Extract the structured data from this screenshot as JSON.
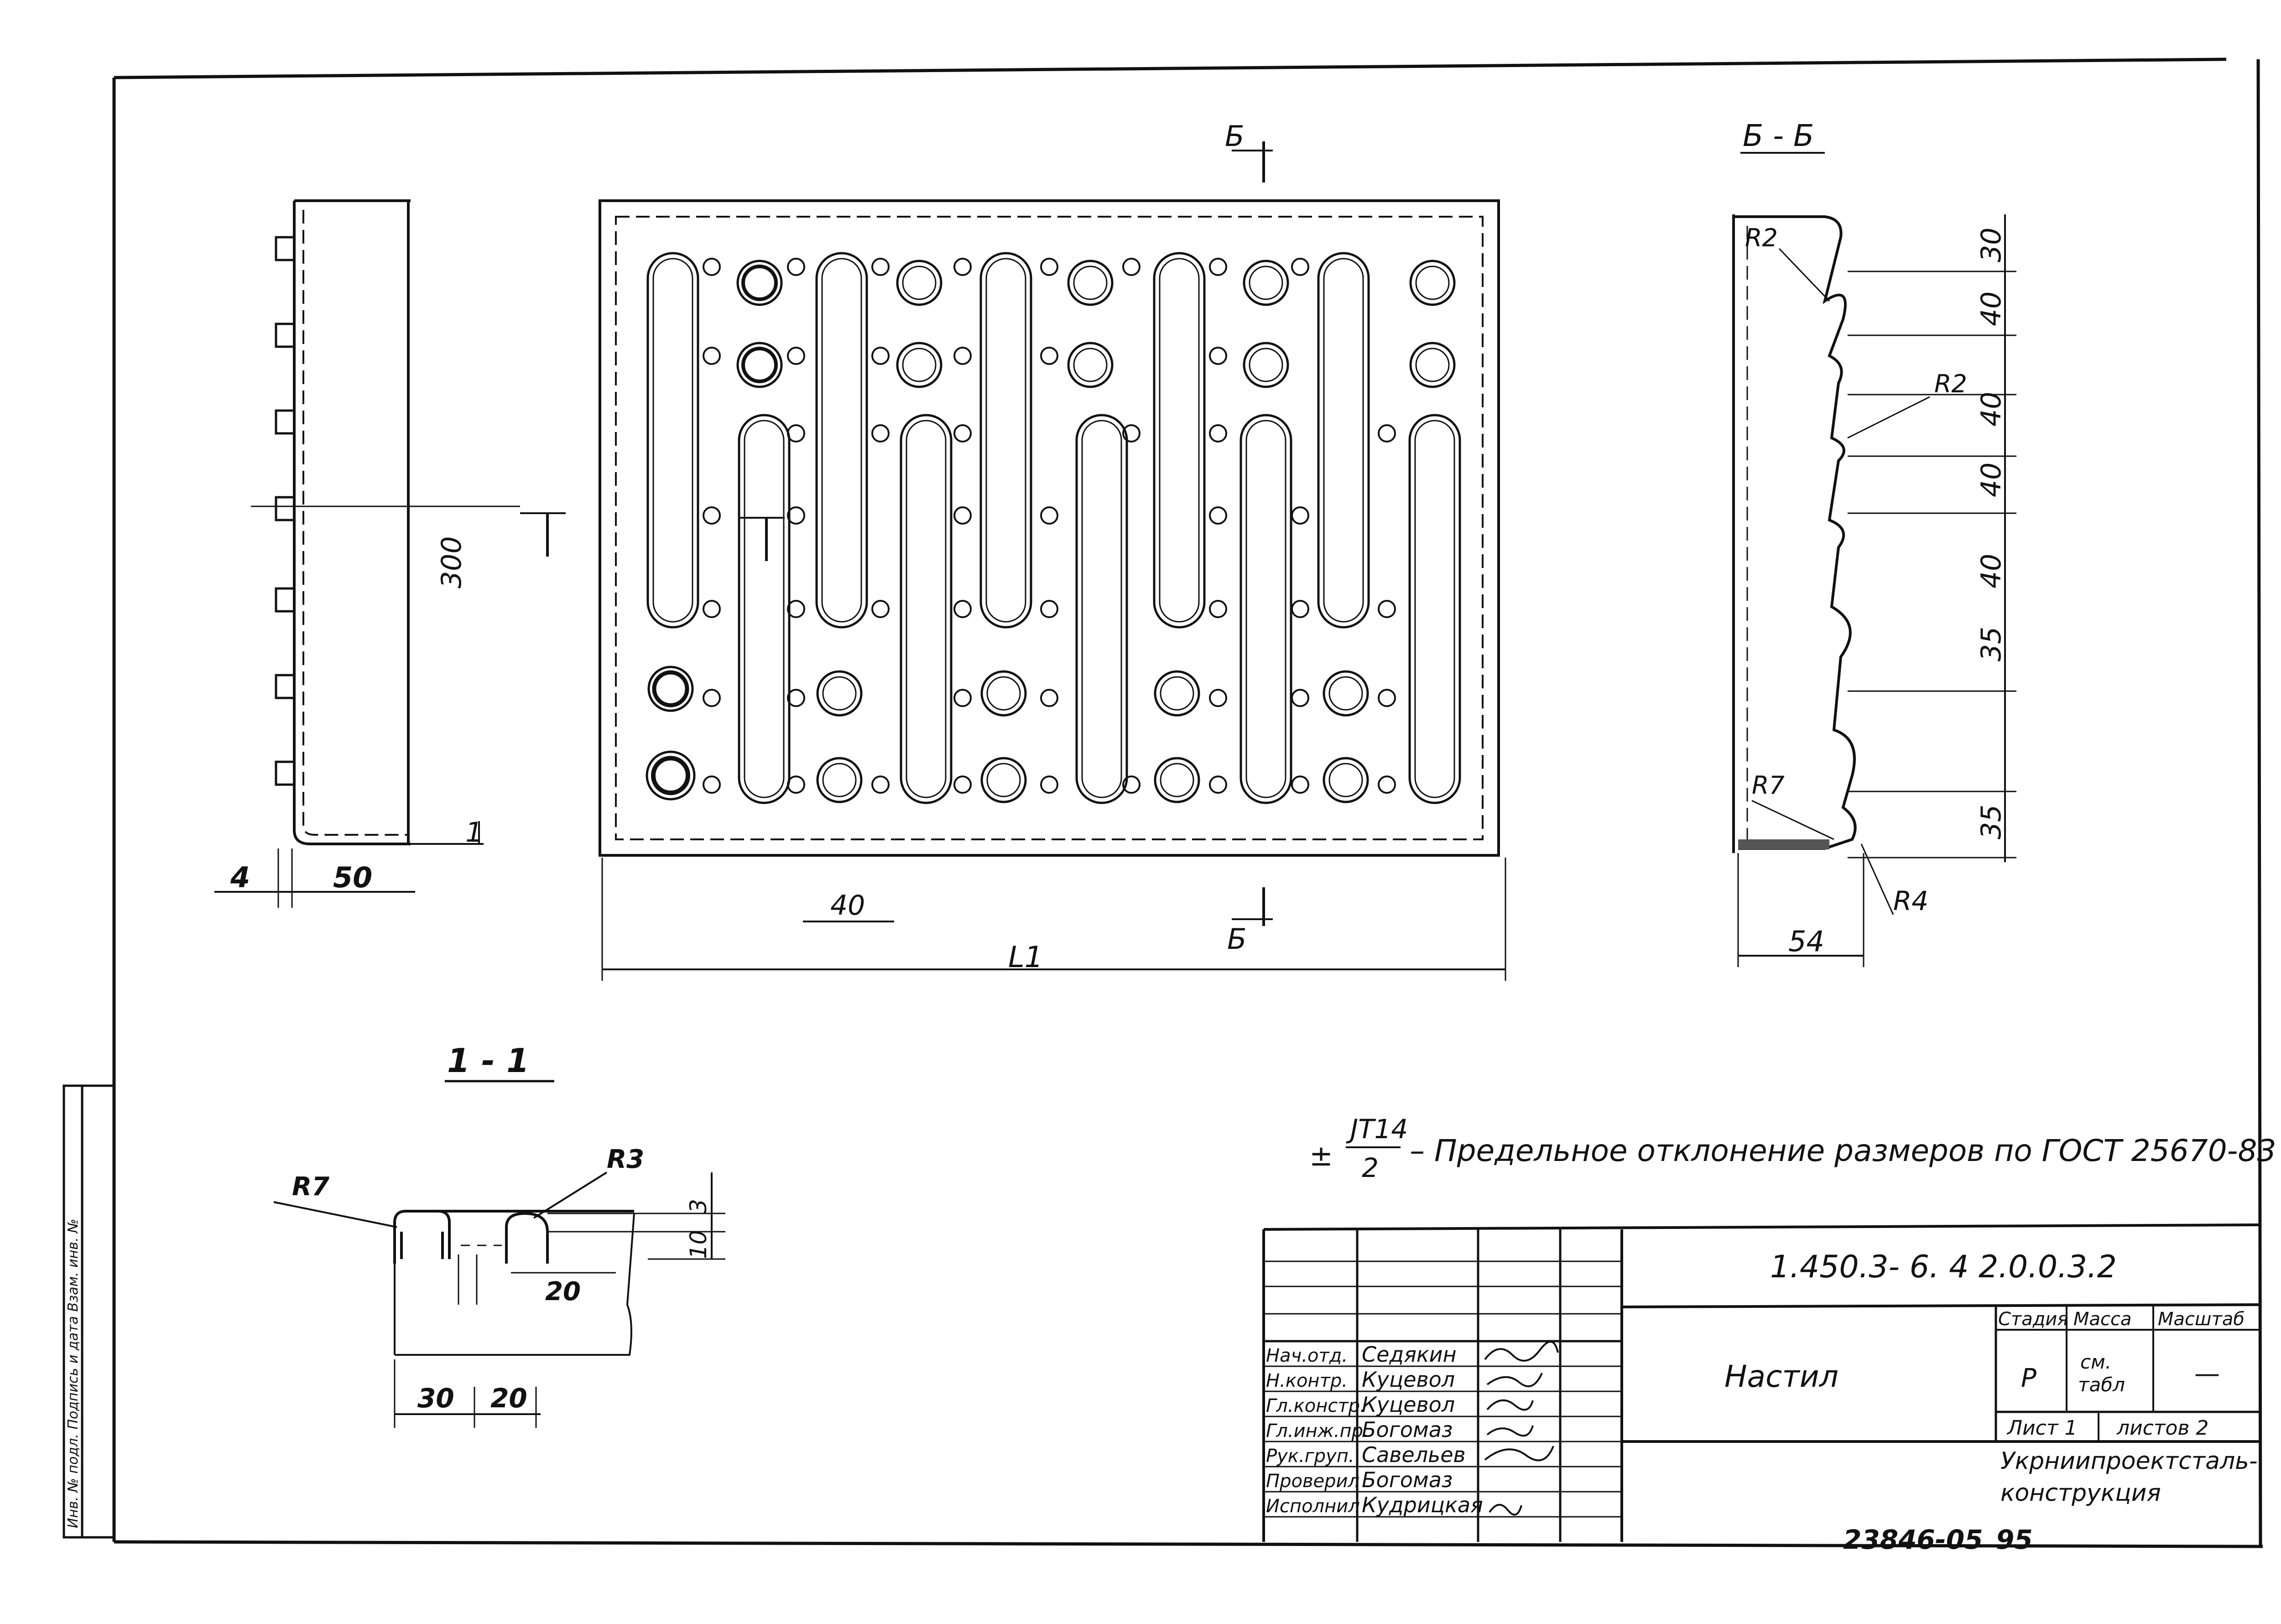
{
  "views": {
    "top_section_label": "Б",
    "top_section_label_bottom": "Б",
    "section_bb_title": "Б - Б",
    "section_11_title": "1 - 1",
    "side_marker": "1"
  },
  "dimensions": {
    "side_height": "300",
    "side_thick": "4",
    "side_width": "50",
    "plan_pitch": "40",
    "plan_length": "L1",
    "bb_seg1": "30",
    "bb_seg2": "40",
    "bb_seg3": "40",
    "bb_seg4": "40",
    "bb_seg5": "40",
    "bb_seg6": "35",
    "bb_seg7": "35",
    "bb_width": "54",
    "bb_r_top": "R2",
    "bb_r_mid": "R2",
    "bb_r7": "R7",
    "bb_r4": "R4",
    "s11_r7": "R7",
    "s11_r3": "R3",
    "s11_h3": "3",
    "s11_h10": "10",
    "s11_w20_inner": "20",
    "s11_w30": "30",
    "s11_w20": "20"
  },
  "tolerance_note": {
    "sign": "±",
    "numerator": "JT14",
    "denominator": "2",
    "text": "– Предельное   отклонение размеров  по ГОСТ 25670-83"
  },
  "title_block": {
    "designation": "1.450.3- 6. 4  2.0.0.3.2",
    "name": "Настил",
    "col_stage": "Стадия",
    "col_mass": "Масса",
    "col_scale": "Масштаб",
    "stage": "Р",
    "mass_line1": "см.",
    "mass_line2": "табл",
    "scale": "—",
    "sheet": "Лист 1",
    "sheets": "листов 2",
    "org_line1": "Укрниипроектсталь-",
    "org_line2": "конструкция",
    "signatures": [
      {
        "role": "Нач.отд.",
        "name": "Седякин"
      },
      {
        "role": "Н.контр.",
        "name": "Куцевол"
      },
      {
        "role": "Гл.констр.",
        "name": "Куцевол"
      },
      {
        "role": "Гл.инж.пр.",
        "name": "Богомаз"
      },
      {
        "role": "Рук.груп.",
        "name": "Савельев"
      },
      {
        "role": "Проверил",
        "name": "Богомаз"
      },
      {
        "role": "Исполнил",
        "name": "Кудрицкая"
      }
    ]
  },
  "archive_number": "23846-05",
  "page_number": "95",
  "side_stamp": "Инв. № подл.  Подпись и дата  Взам. инв. №"
}
